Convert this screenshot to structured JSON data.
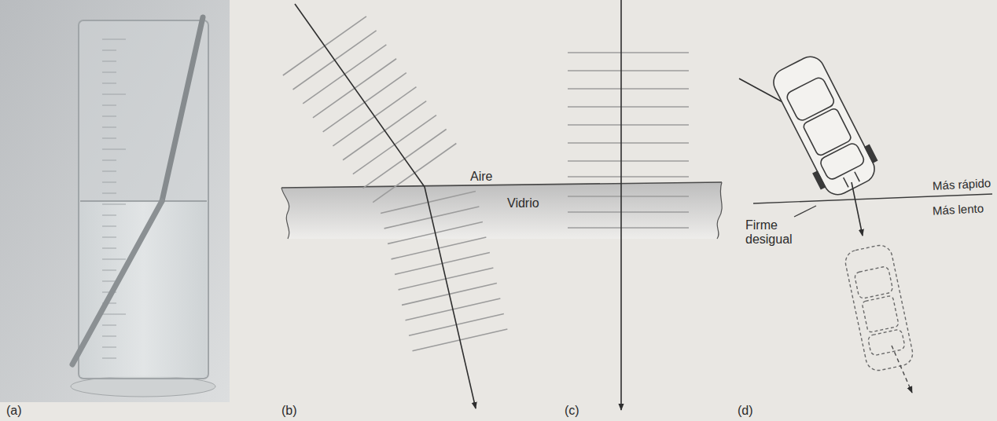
{
  "diagram": {
    "labels": [
      "Aire",
      "Vidrio",
      "Más rápido",
      "Más lento",
      "Firme desigual",
      "(a)",
      "(b)",
      "(c)",
      "(d)"
    ]
  }
}
